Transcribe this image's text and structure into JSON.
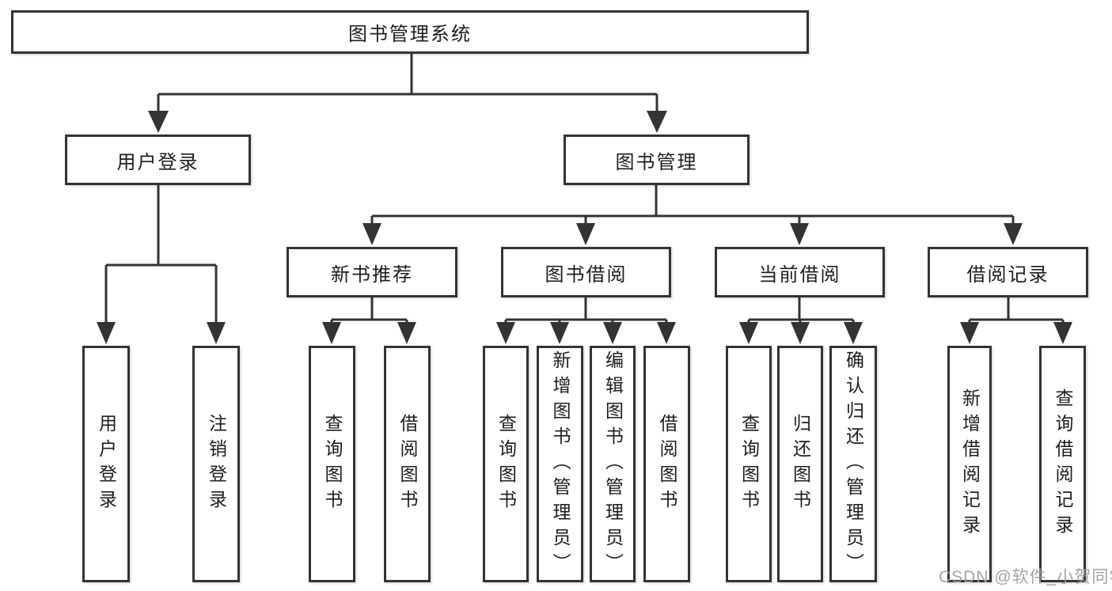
{
  "colors": {
    "line": "#333333",
    "box_border": "#333333",
    "text": "#1d1d1d",
    "watermark": "#9e9e9e",
    "background": "#ffffff"
  },
  "tree": {
    "root": {
      "label": "图书管理系统"
    },
    "user_login": {
      "label": "用户登录",
      "children": [
        {
          "label": "用户登录"
        },
        {
          "label": "注销登录"
        }
      ]
    },
    "book_management": {
      "label": "图书管理",
      "sections": [
        {
          "label": "新书推荐",
          "children": [
            {
              "label": "查询图书"
            },
            {
              "label": "借阅图书"
            }
          ]
        },
        {
          "label": "图书借阅",
          "children": [
            {
              "label": "查询图书"
            },
            {
              "label": "新增图书（管理员）"
            },
            {
              "label": "编辑图书（管理员）"
            },
            {
              "label": "借阅图书"
            }
          ]
        },
        {
          "label": "当前借阅",
          "children": [
            {
              "label": "查询图书"
            },
            {
              "label": "归还图书"
            },
            {
              "label": "确认归还（管理员）"
            }
          ]
        },
        {
          "label": "借阅记录",
          "children": [
            {
              "label": "新增借阅记录"
            },
            {
              "label": "查询借阅记录"
            }
          ]
        }
      ]
    }
  },
  "watermark": {
    "text": "CSDN @软件_小贺同学"
  }
}
